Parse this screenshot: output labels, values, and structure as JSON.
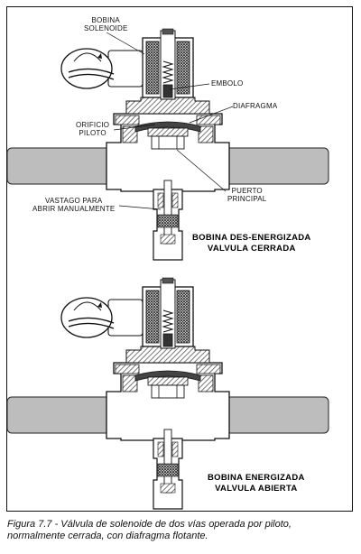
{
  "labels": {
    "bobina_line1": "BOBINA",
    "bobina_line2": "SOLENOIDE",
    "embolo": "EMBOLO",
    "diafragma": "DIAFRAGMA",
    "orificio_line1": "ORIFICIO",
    "orificio_line2": "PILOTO",
    "puerto_line1": "PUERTO",
    "puerto_line2": "PRINCIPAL",
    "vastago_line1": "VASTAGO PARA",
    "vastago_line2": "ABRIR MANUALMENTE"
  },
  "states": {
    "top_line1": "BOBINA DES-ENERGIZADA",
    "top_line2": "VALVULA CERRADA",
    "bottom_line1": "BOBINA ENERGIZADA",
    "bottom_line2": "VALVULA ABIERTA"
  },
  "caption": {
    "line1": "Figura 7.7 - Válvula de solenoide de dos vías operada por piloto,",
    "line2": "normalmente cerrada, con diafragma flotante."
  },
  "colors": {
    "pipe": "#bdbdbd",
    "body": "#ffffff",
    "stroke": "#111111",
    "hatch": "#6b6b6b"
  }
}
